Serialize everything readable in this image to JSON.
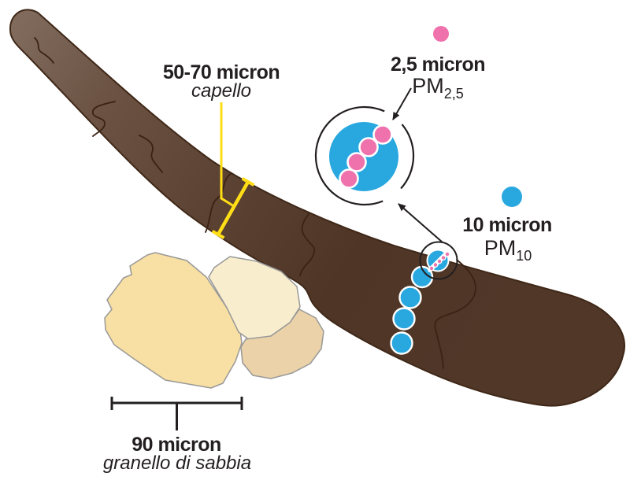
{
  "labels": {
    "hair_size": "50-70 micron",
    "hair_name": "capello",
    "pm25_size": "2,5 micron",
    "pm25_pm": "PM",
    "pm25_sub": "2,5",
    "pm10_size": "10 micron",
    "pm10_pm": "PM",
    "pm10_sub": "10",
    "sand_size": "90 micron",
    "sand_name": "granello di sabbia"
  },
  "colors": {
    "text": "#231F20",
    "line_black": "#231F20",
    "hair_tip": "#7F6A5C",
    "hair_upper_mid": "#6B5243",
    "hair_mid": "#5B4232",
    "hair_dark": "#4F3526",
    "hair_end": "#503728",
    "hair_outline": "#3F2818",
    "cuticle_line": "#3A2214",
    "pm25_pink": "#EF72AD",
    "pm10_blue": "#29A8E0",
    "marker_yellow": "#FFDE17",
    "sand_grain_left": "#F8DFA3",
    "sand_grain_top": "#F8EDCD",
    "sand_grain_bottom": "#EBD2A8",
    "sand_outline": "#999999",
    "white": "#FFFFFF"
  }
}
